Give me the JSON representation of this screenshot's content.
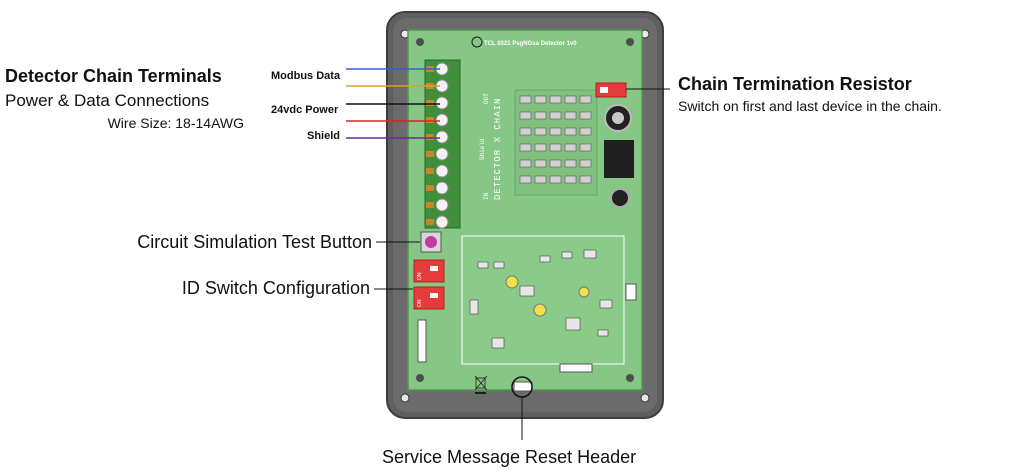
{
  "left_block": {
    "title": "Detector Chain Terminals",
    "subtitle": "Power & Data Connections",
    "note": "Wire Size: 18-14AWG"
  },
  "wire_labels": {
    "modbus": "Modbus Data",
    "power": "24vdc Power",
    "shield": "Shield"
  },
  "callouts": {
    "test_button": "Circuit Simulation Test Button",
    "id_switch": "ID Switch Configuration",
    "reset_header": "Service Message Reset Header"
  },
  "right_block": {
    "title": "Chain Termination Resistor",
    "subtitle": "Switch on first and last device in the chain."
  },
  "board": {
    "header_text": "TCL 0321 PsgNGsa Detector 1v0",
    "chain_text": "DETECTOR X CHAIN",
    "out_label": "OUT",
    "in_label": "IN",
    "shield_label": "Shield",
    "on_label": "ON"
  },
  "colors": {
    "enclosure": "#5f5f5f",
    "pcb": "#86c785",
    "terminal_block": "#3f8f3a",
    "switch_red": "#e63b3b",
    "wire_blue": "#3a5bd0",
    "wire_orange": "#d9a030",
    "wire_black": "#111111",
    "wire_red": "#e02020",
    "wire_purple": "#6a2a9a"
  }
}
